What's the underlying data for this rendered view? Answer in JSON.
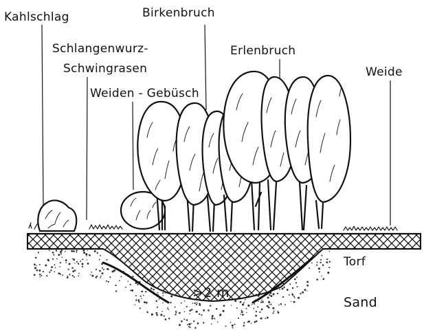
{
  "labels": {
    "kahlschlag": "Kahlschlag",
    "birkenbruch": "Birkenbruch",
    "schlangenwurz": "Schlangenwurz-",
    "schwingrasen": "Schwingrasen",
    "erlenbruch": "Erlenbruch",
    "weide": "Weide",
    "weiden_gebuesch": "Weiden - Gebüsch",
    "torf": "Torf",
    "depth": ">2 m",
    "sand": "Sand"
  },
  "colors": {
    "ink": "#111111",
    "background": "#ffffff"
  }
}
